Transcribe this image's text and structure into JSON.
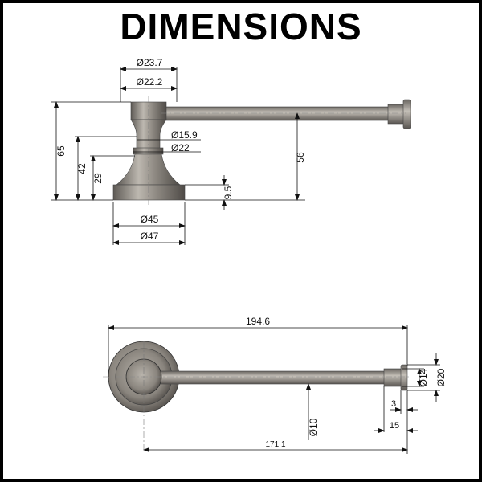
{
  "title": "DIMENSIONS",
  "colors": {
    "metal": "#8e8a84",
    "metal_dark": "#5a5652",
    "metal_light": "#c8c4bd",
    "line": "#111111"
  },
  "side_view": {
    "d_top_outer": "Ø23.7",
    "d_top_inner": "Ø22.2",
    "d_neck_a": "Ø15.9",
    "d_neck_b": "Ø22",
    "h_total": "65",
    "h_42": "42",
    "h_29": "29",
    "h_arm": "56",
    "h_base": "9.5",
    "d_base_a": "Ø45",
    "d_base_b": "Ø47"
  },
  "top_view": {
    "length_total": "194.6",
    "length_center": "171.1",
    "d_rod": "Ø10",
    "d_cap_outer": "Ø20",
    "d_cap_inner": "Ø14",
    "cap_step": "3",
    "cap_len": "15"
  }
}
